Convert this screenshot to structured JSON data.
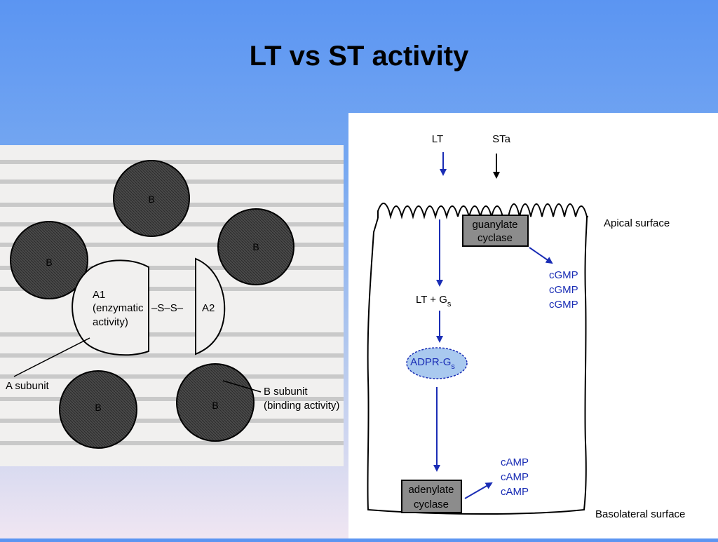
{
  "slide": {
    "title": "LT vs ST activity"
  },
  "toxin_structure": {
    "b_label": "B",
    "a1_label": "A1",
    "a1_desc_line1": "(enzymatic",
    "a1_desc_line2": "activity)",
    "disulfide": "–S–S–",
    "a2_label": "A2",
    "a_subunit_label": "A subunit",
    "b_subunit_line1": "B subunit",
    "b_subunit_line2": "(binding activity)"
  },
  "cell_mechanism": {
    "lt_label": "LT",
    "sta_label": "STa",
    "apical_label": "Apical surface",
    "basolateral_label": "Basolateral surface",
    "guanylate_line1": "guanylate",
    "guanylate_line2": "cyclase",
    "cgmp_items": [
      "cGMP",
      "cGMP",
      "cGMP"
    ],
    "lt_gs_main": "LT + G",
    "lt_gs_sub": "s",
    "adpr_main": "ADPR-G",
    "adpr_sub": "s",
    "adenylate_line1": "adenylate",
    "adenylate_line2": "cyclase",
    "camp_items": [
      "cAMP",
      "cAMP",
      "cAMP"
    ],
    "colors": {
      "arrow": "#1a2db5",
      "text_blue": "#1a2db5",
      "ellipse_fill": "#a9c9ef",
      "box_fill": "#8c8c8c"
    }
  }
}
